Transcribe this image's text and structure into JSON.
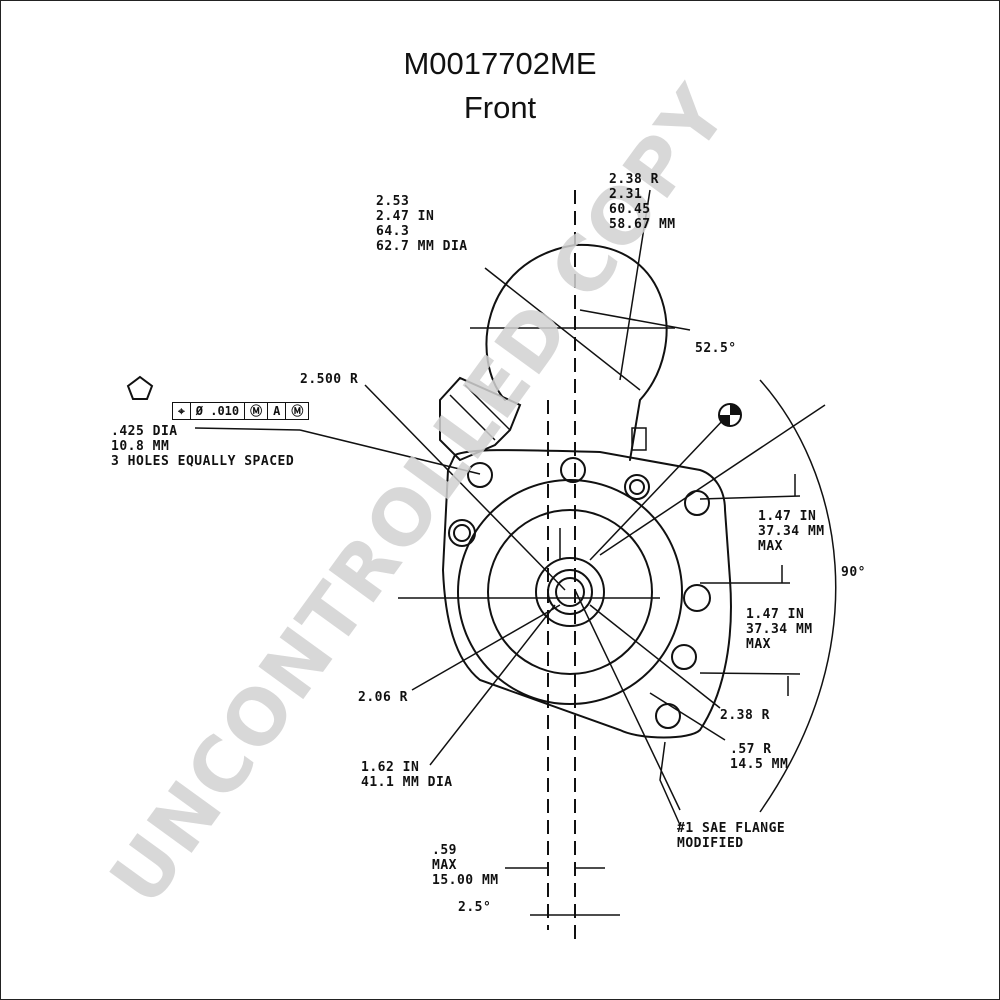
{
  "title": {
    "part_number": "M0017702ME",
    "view": "Front"
  },
  "watermark": {
    "text": "UNCONTROLLED COPY",
    "color": "#d2d2d2"
  },
  "labels": {
    "outer_dia": "2.53\n2.47 IN\n64.3\n62.7 MM DIA",
    "mount_radius": "2.38 R\n2.31\n60.45\n58.67 MM",
    "angle_top": "52.5°",
    "radius_2500": "2.500 R",
    "holes": ".425 DIA\n10.8 MM\n3 HOLES EQUALLY SPACED",
    "offset_upper": "1.47 IN\n37.34 MM\nMAX",
    "angle_right": "90°",
    "offset_lower": "1.47 IN\n37.34 MM\nMAX",
    "radius_206": "2.06 R",
    "radius_238": "2.38 R",
    "pilot_dia": "1.62 IN\n41.1 MM DIA",
    "radius_57": ".57 R\n14.5 MM",
    "flange": "#1 SAE FLANGE\nMODIFIED",
    "tooth_offset": ".59\nMAX\n15.00 MM",
    "angle_bottom": "2.5°"
  },
  "feature_control_frame": {
    "symbol": "⌖",
    "tolerance": "Ø .010",
    "modifier": "Ⓜ",
    "datum": "A",
    "datum_modifier": "Ⓜ"
  },
  "datum_symbol": "pentagon-icon",
  "center_mark": "datum-target-icon"
}
